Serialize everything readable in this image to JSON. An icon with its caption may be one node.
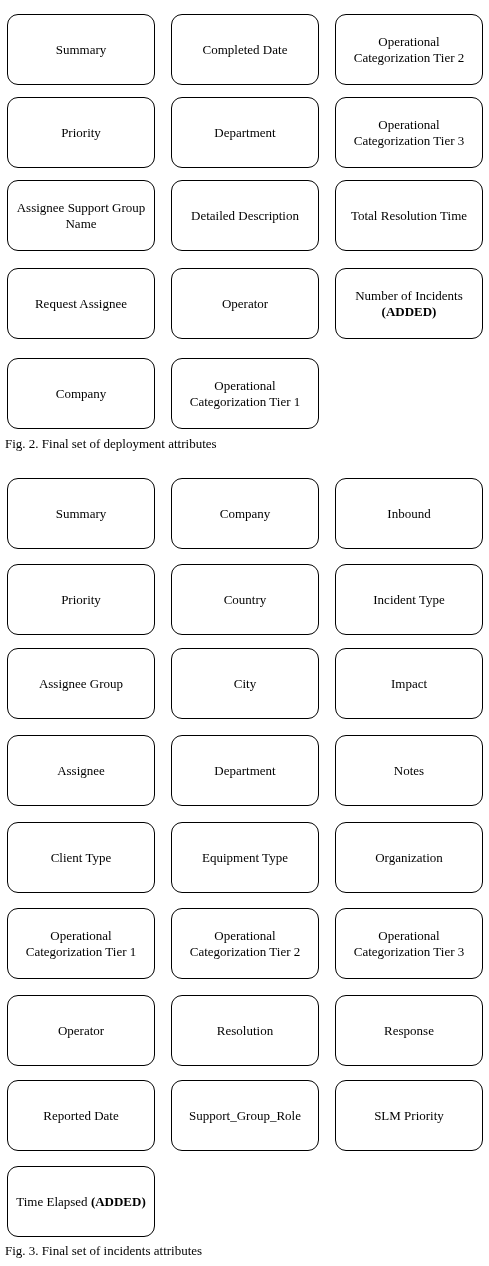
{
  "diagram": {
    "nodes": [
      {
        "text": [
          "Summary"
        ]
      },
      {
        "text": [
          "Completed Date"
        ]
      },
      {
        "text": [
          "Operational Categorization Tier 2"
        ]
      },
      {
        "text": [
          "Priority"
        ]
      },
      {
        "text": [
          "Department"
        ]
      },
      {
        "text": [
          "Operational Categorization Tier 3"
        ]
      },
      {
        "text": [
          "Assignee Support Group Name"
        ]
      },
      {
        "text": [
          "Detailed Description"
        ]
      },
      {
        "text": [
          "Total Resolution Time"
        ]
      },
      {
        "text": [
          "Request Assignee"
        ]
      },
      {
        "text": [
          "Operator"
        ]
      },
      {
        "text": [
          "Number of Incidents **(ADDED)**"
        ]
      },
      {
        "text": [
          "Company"
        ]
      },
      {
        "text": [
          "Operational Categorization Tier 1"
        ]
      },
      {
        "text": [
          "Summary"
        ]
      },
      {
        "text": [
          "Company"
        ]
      },
      {
        "text": [
          "Inbound"
        ]
      },
      {
        "text": [
          "Priority"
        ]
      },
      {
        "text": [
          "Country"
        ]
      },
      {
        "text": [
          "Incident Type"
        ]
      },
      {
        "text": [
          "Assignee Group"
        ]
      },
      {
        "text": [
          "City"
        ]
      },
      {
        "text": [
          "Impact"
        ]
      },
      {
        "text": [
          "Assignee"
        ]
      },
      {
        "text": [
          "Department"
        ]
      },
      {
        "text": [
          "Notes"
        ]
      },
      {
        "text": [
          "Client Type"
        ]
      },
      {
        "text": [
          "Equipment Type"
        ]
      },
      {
        "text": [
          "Organization"
        ]
      },
      {
        "text": [
          "Operational Categorization Tier 1"
        ]
      },
      {
        "text": [
          "Operational Categorization Tier 2"
        ]
      },
      {
        "text": [
          "Operational Categorization Tier 3"
        ]
      },
      {
        "text": [
          "Operator"
        ]
      },
      {
        "text": [
          "Resolution"
        ]
      },
      {
        "text": [
          "Response"
        ]
      },
      {
        "text": [
          "Reported Date"
        ]
      },
      {
        "text": [
          "Support_Group_Role"
        ]
      },
      {
        "text": [
          "SLM Priority"
        ]
      },
      {
        "text": [
          "Time Elapsed **(ADDED)**"
        ]
      }
    ],
    "edges": [],
    "labels": [
      "Fig. 2. Final set of deployment attributes",
      "Fig. 3. Final set of incidents attributes"
    ]
  }
}
